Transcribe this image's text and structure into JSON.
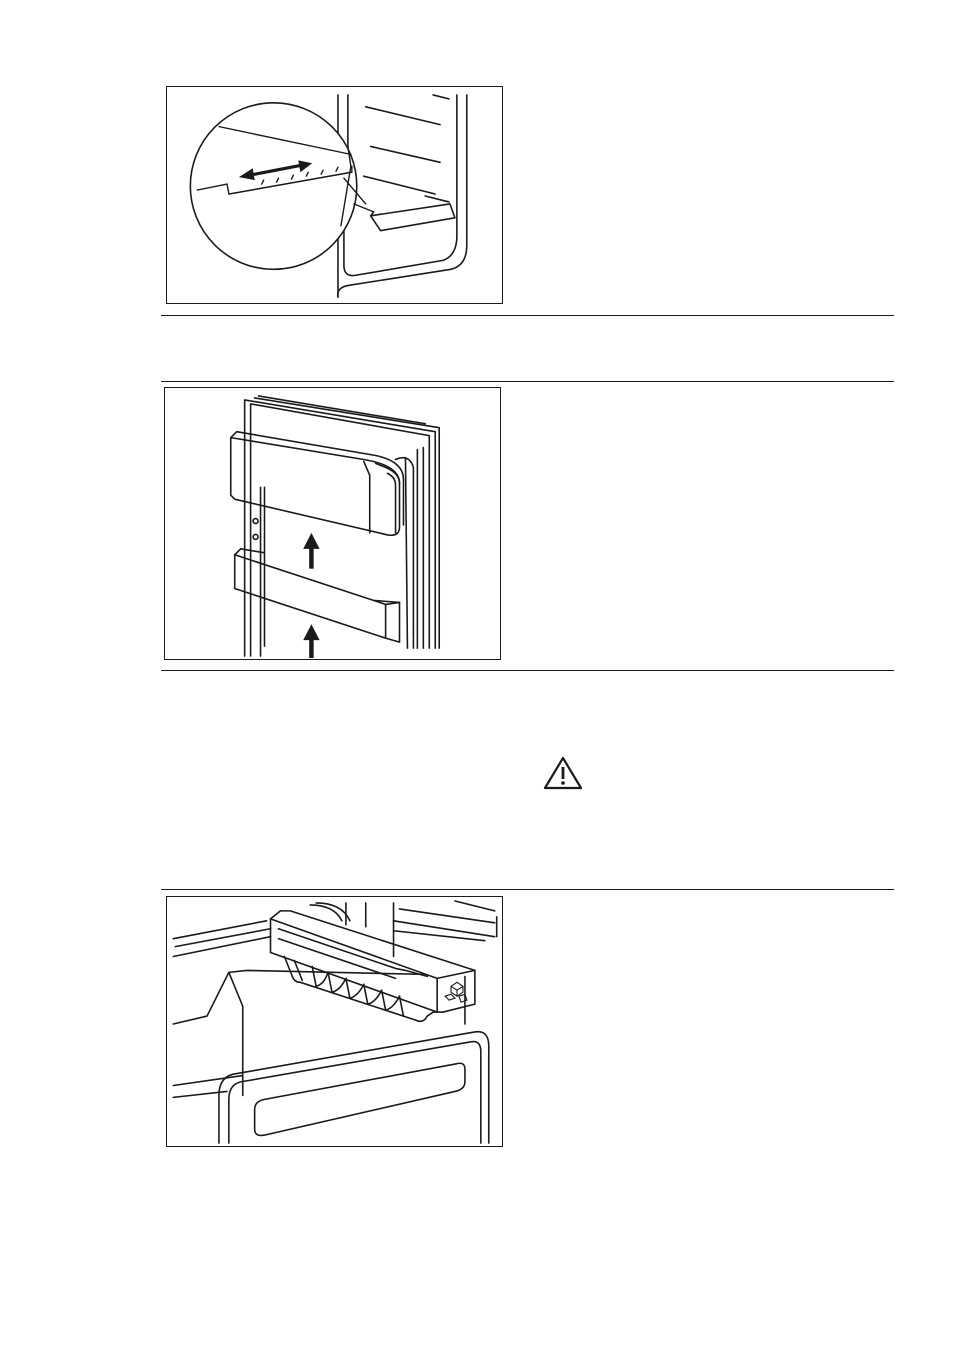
{
  "page": {
    "figures": [
      {
        "id": "shelf-position-adjust",
        "icons": [
          "double-arrow-icon"
        ]
      },
      {
        "id": "door-balcony-removal",
        "icons": [
          "up-arrow-icon",
          "up-arrow-icon"
        ]
      },
      {
        "id": "ice-cube-tray",
        "icons": [
          "ice-cube-icon"
        ]
      }
    ],
    "warning_icon": "warning-triangle-icon",
    "colors": {
      "line": "#1a1a1a",
      "background": "#ffffff"
    }
  }
}
